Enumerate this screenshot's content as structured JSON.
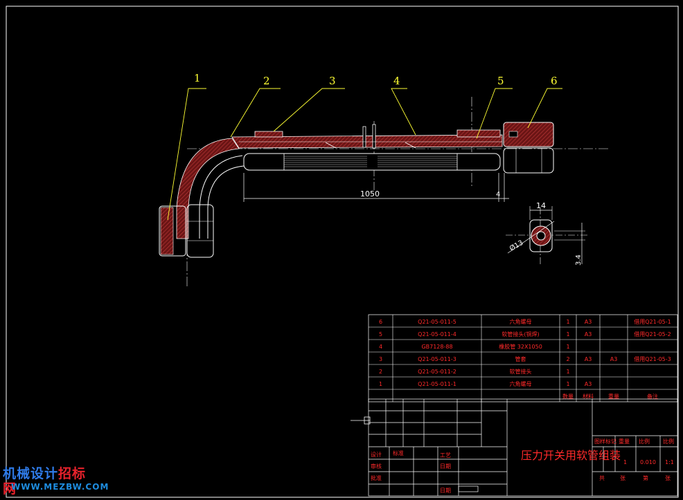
{
  "drawing": {
    "balloons": [
      "1",
      "2",
      "3",
      "4",
      "5",
      "6"
    ],
    "dimensions": {
      "overall_length": "1050",
      "flange": "4",
      "section_width": "14",
      "section_diameter": "Ø13",
      "section_height": "3.4"
    }
  },
  "bom": {
    "rows": [
      {
        "no": "6",
        "code": "Q21-05-011-5",
        "name": "六角螺母",
        "qty": "1",
        "mat": "A3",
        "wt": "",
        "note": "借用Q21-05-1"
      },
      {
        "no": "5",
        "code": "Q21-05-011-4",
        "name": "软管接头(铜焊)",
        "qty": "1",
        "mat": "A3",
        "wt": "",
        "note": "借用Q21-05-2"
      },
      {
        "no": "4",
        "code": "GB7128-88",
        "name": "橡胶管 32X1050",
        "qty": "1",
        "mat": "",
        "wt": "",
        "note": ""
      },
      {
        "no": "3",
        "code": "Q21-05-011-3",
        "name": "管套",
        "qty": "2",
        "mat": "A3",
        "wt": "A3",
        "note": "借用Q21-05-3"
      },
      {
        "no": "2",
        "code": "Q21-05-011-2",
        "name": "软管接头",
        "qty": "1",
        "mat": "",
        "wt": "",
        "note": ""
      },
      {
        "no": "1",
        "code": "Q21-05-011-1",
        "name": "六角螺母",
        "qty": "1",
        "mat": "A3",
        "wt": "",
        "note": ""
      }
    ],
    "header": {
      "qty": "数量",
      "mat": "材料",
      "wt": "重量",
      "note": "备注"
    }
  },
  "title_block": {
    "title": "压力开关用软管组装",
    "labels": {
      "design": "设计",
      "std": "标准",
      "check": "审核",
      "process": "工艺",
      "approve": "批准",
      "date": "日期",
      "date2": "日期"
    },
    "right": {
      "h1": "图样标记",
      "h2": "重量",
      "h3": "比例",
      "h4": "比例",
      "v2": "1",
      "v3": "0.010",
      "v4": "1:1",
      "sheets1": "共",
      "sheets2": "张",
      "sheets3": "第",
      "sheets4": "张"
    }
  },
  "watermark": {
    "line1a": "机械设计",
    "line1b": "招标网",
    "url": "WWW.MEZBW.COM"
  },
  "colors": {
    "line": "#ffffff",
    "red": "#ff2a2a",
    "yellow": "#ffff33",
    "hatch": "#7a1a1a"
  }
}
